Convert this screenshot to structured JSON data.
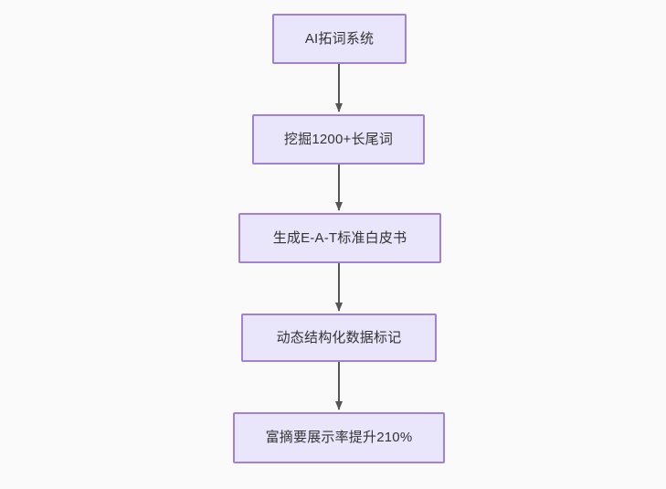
{
  "diagram": {
    "type": "flowchart",
    "orientation": "top-to-bottom",
    "background_color": "#fafafa",
    "node_fill_color": "#e9e5fb",
    "node_border_color": "#a081d4",
    "node_text_color": "#333333",
    "edge_color": "#555555",
    "nodes": [
      {
        "id": "n1",
        "label": "AI拓词系统"
      },
      {
        "id": "n2",
        "label": "挖掘1200+长尾词"
      },
      {
        "id": "n3",
        "label": "生成E-A-T标准白皮书"
      },
      {
        "id": "n4",
        "label": "动态结构化数据标记"
      },
      {
        "id": "n5",
        "label": "富摘要展示率提升210%"
      }
    ],
    "edges": [
      {
        "from": "n1",
        "to": "n2",
        "label": "",
        "arrow": "arrow-down-icon"
      },
      {
        "from": "n2",
        "to": "n3",
        "label": "",
        "arrow": "arrow-down-icon"
      },
      {
        "from": "n3",
        "to": "n4",
        "label": "",
        "arrow": "arrow-down-icon"
      },
      {
        "from": "n4",
        "to": "n5",
        "label": "",
        "arrow": "arrow-down-icon"
      }
    ]
  }
}
